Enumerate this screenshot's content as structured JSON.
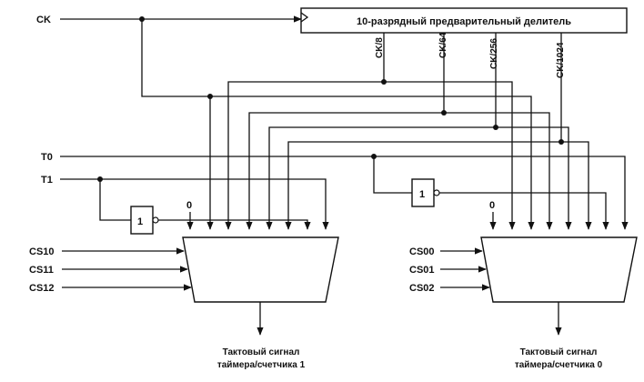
{
  "inputs": {
    "ck": "CK",
    "t0": "T0",
    "t1": "T1",
    "cs10": "CS10",
    "cs11": "CS11",
    "cs12": "CS12",
    "cs00": "CS00",
    "cs01": "CS01",
    "cs02": "CS02"
  },
  "prescaler": {
    "label": "10-разрядный предварительный делитель",
    "taps": [
      "CK/8",
      "CK/64",
      "CK/256",
      "CK/1024"
    ]
  },
  "inverter": {
    "symbol": "1"
  },
  "constant_zero": "0",
  "outputs": {
    "timer1": {
      "line1": "Тактовый сигнал",
      "line2": "таймера/счетчика 1"
    },
    "timer0": {
      "line1": "Тактовый сигнал",
      "line2": "таймера/счетчика 0"
    }
  }
}
